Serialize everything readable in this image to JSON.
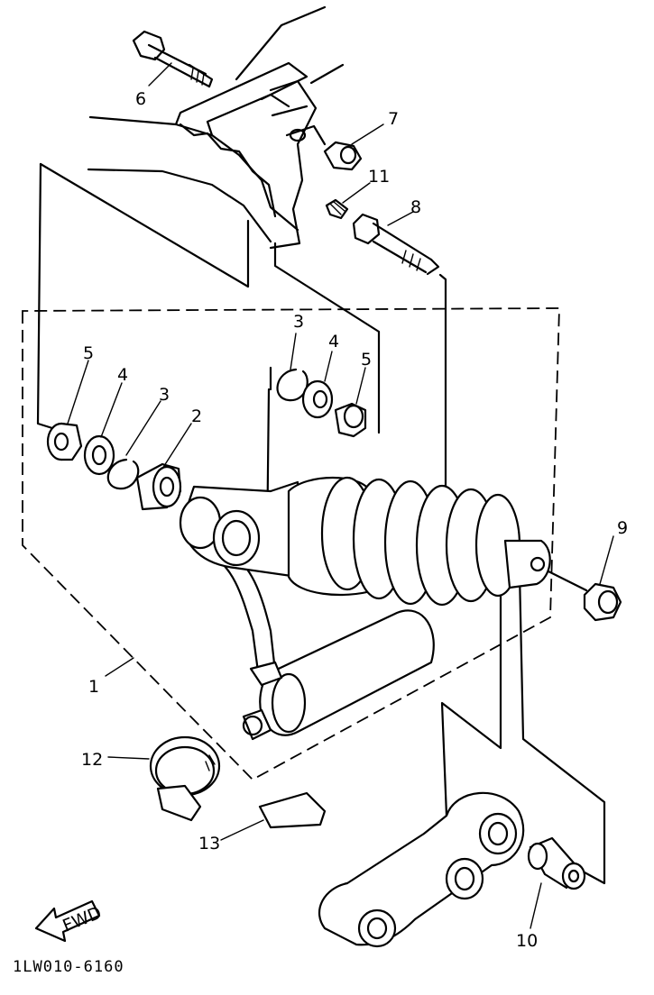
{
  "drawing_number": "1LW010-6160",
  "direction_arrow": {
    "text": "FWD"
  },
  "callouts": {
    "c1": "1",
    "c2": "2",
    "c3a": "3",
    "c3b": "3",
    "c4a": "4",
    "c4b": "4",
    "c5a": "5",
    "c5b": "5",
    "c6": "6",
    "c7": "7",
    "c8": "8",
    "c9": "9",
    "c10": "10",
    "c11": "11",
    "c12": "12",
    "c13": "13"
  },
  "icons": {
    "frame": "frame-bracket-icon",
    "shock": "rear-shock-absorber-icon",
    "link": "relay-arm-icon"
  }
}
